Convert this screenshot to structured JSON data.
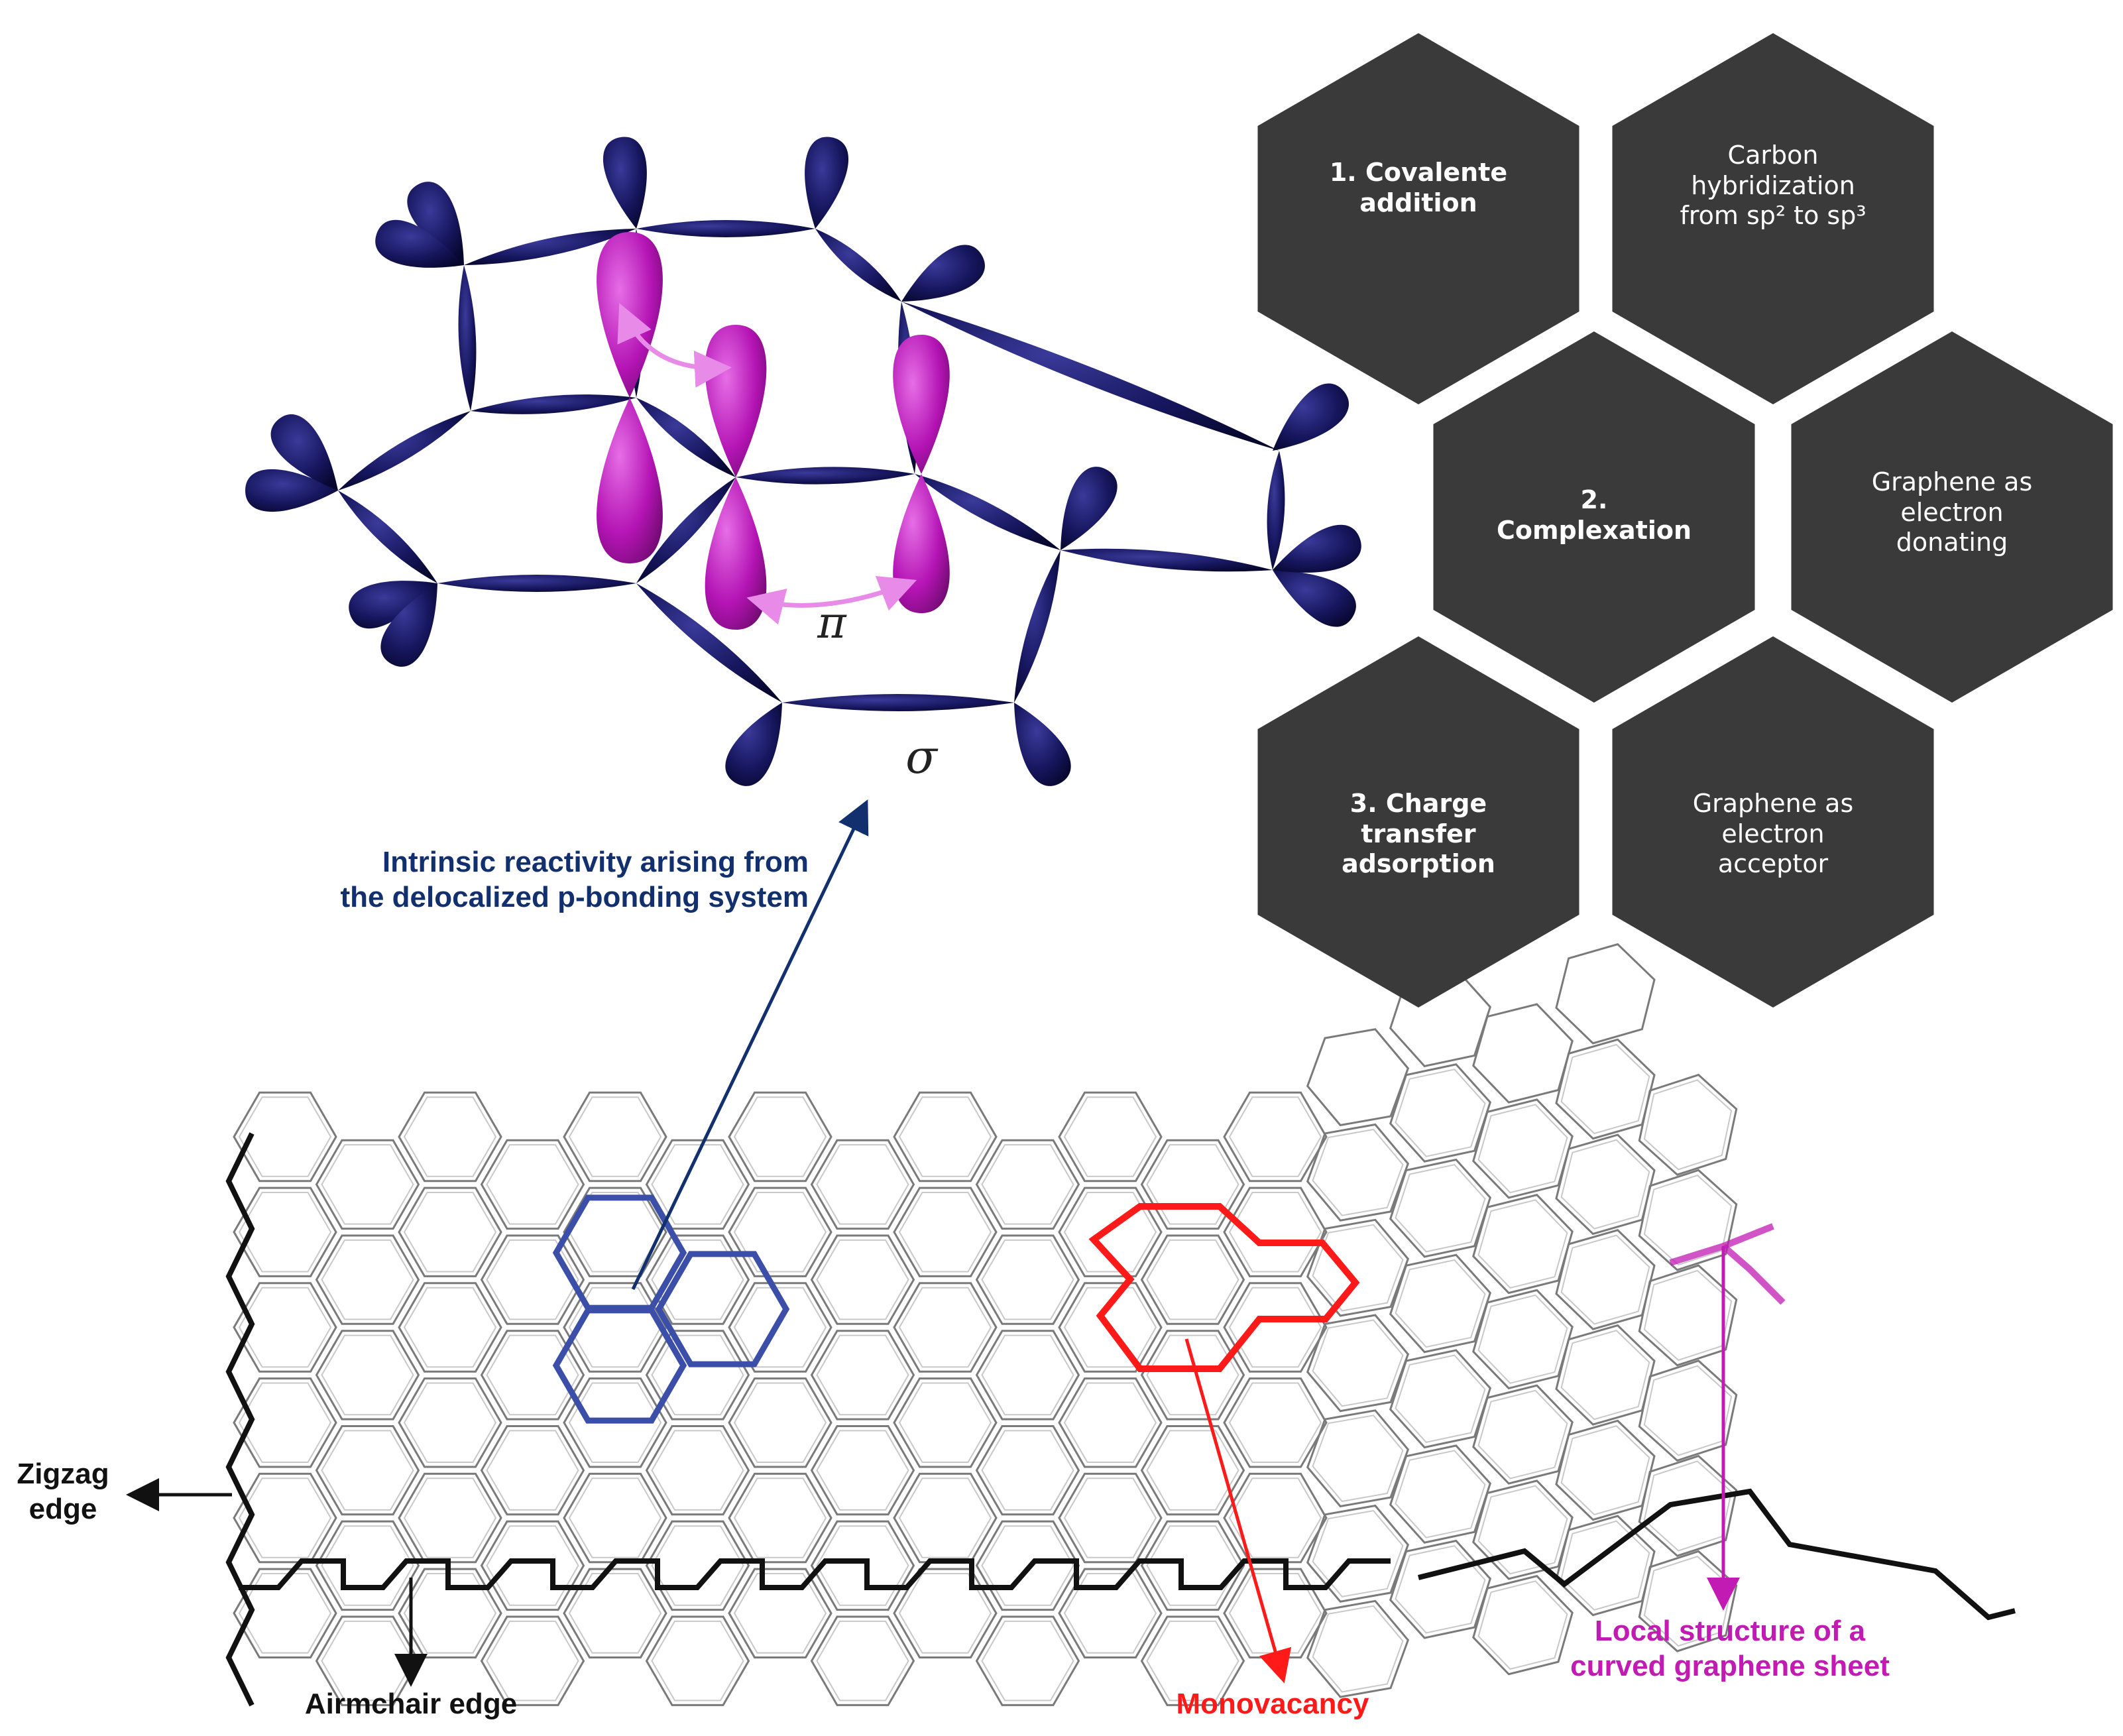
{
  "hexagons": {
    "h1": {
      "text": "1. Covalente\naddition",
      "bold": true
    },
    "h2": {
      "text": "Carbon\nhybridization\nfrom sp² to sp³",
      "bold": false
    },
    "h3": {
      "text": "2.\nComplexation",
      "bold": true
    },
    "h4": {
      "text": "Graphene as\nelectron\ndonating",
      "bold": false
    },
    "h5": {
      "text": "3. Charge\ntransfer\nadsorption",
      "bold": true
    },
    "h6": {
      "text": "Graphene as\nelectron\nacceptor",
      "bold": false
    }
  },
  "orbitals": {
    "pi_symbol": "π",
    "sigma_symbol": "σ"
  },
  "labels": {
    "intrinsic": "Intrinsic reactivity arising from\nthe delocalized p-bonding system",
    "zigzag": "Zigzag\nedge",
    "armchair": "Airmchair edge",
    "monovacancy": "Monovacancy",
    "curved": "Local structure of a\ncurved graphene sheet"
  },
  "colors": {
    "hex_fill": "#3a3a3a",
    "hex_text": "#ffffff",
    "sigma_lobe": "#14145a",
    "pi_lobe": "#b414b4",
    "pi_arrow": "#e88ae8",
    "intrinsic_label": "#13306e",
    "blue_rings": "#3b4fa8",
    "monovacancy": "#ff1a1a",
    "curved": "#c21bb4",
    "lattice": "#7a7a7a",
    "edge": "#111111"
  }
}
